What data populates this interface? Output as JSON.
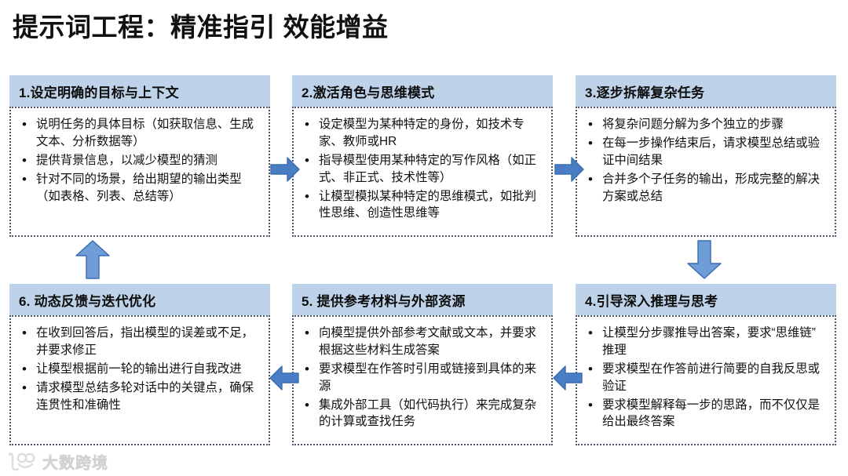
{
  "slide": {
    "title": "提示词工程：精准指引 效能增益",
    "accent_color": "#bed3e9",
    "arrow_color": "#4a7ec4",
    "border_color": "#4a5468"
  },
  "cards": [
    {
      "id": "card-1",
      "header": "1.设定明确的目标与上下文",
      "bullets": [
        "说明任务的具体目标（如获取信息、生成文本、分析数据等）",
        "提供背景信息，以减少模型的猜测",
        "针对不同的场景，给出期望的输出类型（如表格、列表、总结等）"
      ]
    },
    {
      "id": "card-2",
      "header": "2.激活角色与思维模式",
      "bullets": [
        "设定模型为某种特定的身份，如技术专家、教师或HR",
        "指导模型使用某种特定的写作风格（如正式、非正式、技术性等）",
        "让模型模拟某种特定的思维模式，如批判性思维、创造性思维等"
      ]
    },
    {
      "id": "card-3",
      "header": "3.逐步拆解复杂任务",
      "bullets": [
        "将复杂问题分解为多个独立的步骤",
        "在每一步操作结束后，请求模型总结或验证中间结果",
        "合并多个子任务的输出，形成完整的解决方案或总结"
      ]
    },
    {
      "id": "card-4",
      "header": "4.引导深入推理与思考",
      "bullets": [
        "让模型分步骤推导出答案，要求“思维链”推理",
        "要求模型在作答前进行简要的自我反思或验证",
        "要求模型解释每一步的思路，而不仅仅是给出最终答案"
      ]
    },
    {
      "id": "card-5",
      "header": "5. 提供参考材料与外部资源",
      "bullets": [
        "向模型提供外部参考文献或文本，并要求根据这些材料生成答案",
        "要求模型在作答时引用或链接到具体的来源",
        "集成外部工具（如代码执行）来完成复杂的计算或查找任务"
      ]
    },
    {
      "id": "card-6",
      "header": "6. 动态反馈与迭代优化",
      "bullets": [
        "在收到回答后，指出模型的误差或不足，并要求修正",
        "让模型根据前一轮的输出进行自我改进",
        "请求模型总结多轮对话中的关键点，确保连贯性和准确性"
      ]
    }
  ],
  "arrows": [
    {
      "id": "arrow-1-2",
      "direction": "right",
      "from": "1",
      "to": "2"
    },
    {
      "id": "arrow-2-3",
      "direction": "right",
      "from": "2",
      "to": "3"
    },
    {
      "id": "arrow-3-4",
      "direction": "down",
      "from": "3",
      "to": "4"
    },
    {
      "id": "arrow-4-5",
      "direction": "left",
      "from": "4",
      "to": "5"
    },
    {
      "id": "arrow-5-6",
      "direction": "left",
      "from": "5",
      "to": "6"
    },
    {
      "id": "arrow-6-1",
      "direction": "up",
      "from": "6",
      "to": "1"
    }
  ],
  "watermark": {
    "text": "大数跨境",
    "logo": "owl-logo-icon"
  }
}
